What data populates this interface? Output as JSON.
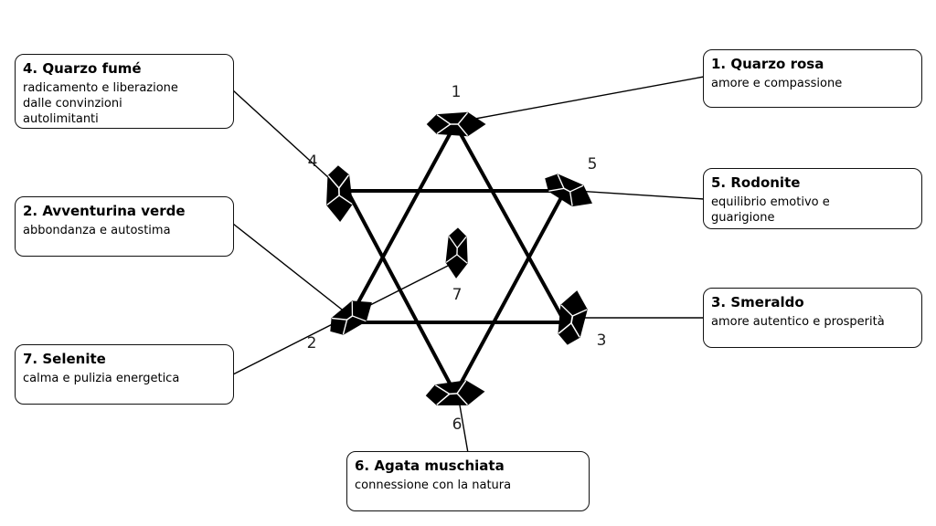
{
  "colors": {
    "line": "#000000",
    "crystal": "#000000",
    "facet": "#ffffff",
    "card_border": "#111111"
  },
  "crystals": [
    {
      "number": "1",
      "name": "1. Quarzo rosa",
      "desc": "amore e compassione",
      "icon": "crystal-icon"
    },
    {
      "number": "2",
      "name": "2. Avventurina verde",
      "desc": "abbondanza e autostima",
      "icon": "crystal-icon"
    },
    {
      "number": "3",
      "name": "3. Smeraldo",
      "desc": "amore autentico e prosperità",
      "icon": "crystal-icon"
    },
    {
      "number": "4",
      "name": "4. Quarzo fumé",
      "desc": "radicamento e liberazione dalle convinzioni autolimitanti",
      "icon": "crystal-icon"
    },
    {
      "number": "5",
      "name": "5. Rodonite",
      "desc": "equilibrio emotivo e guarigione",
      "icon": "crystal-icon"
    },
    {
      "number": "6",
      "name": "6. Agata muschiata",
      "desc": "connessione con la natura",
      "icon": "crystal-icon"
    },
    {
      "number": "7",
      "name": "7. Selenite",
      "desc": "calma e pulizia energetica",
      "icon": "crystal-icon"
    }
  ]
}
